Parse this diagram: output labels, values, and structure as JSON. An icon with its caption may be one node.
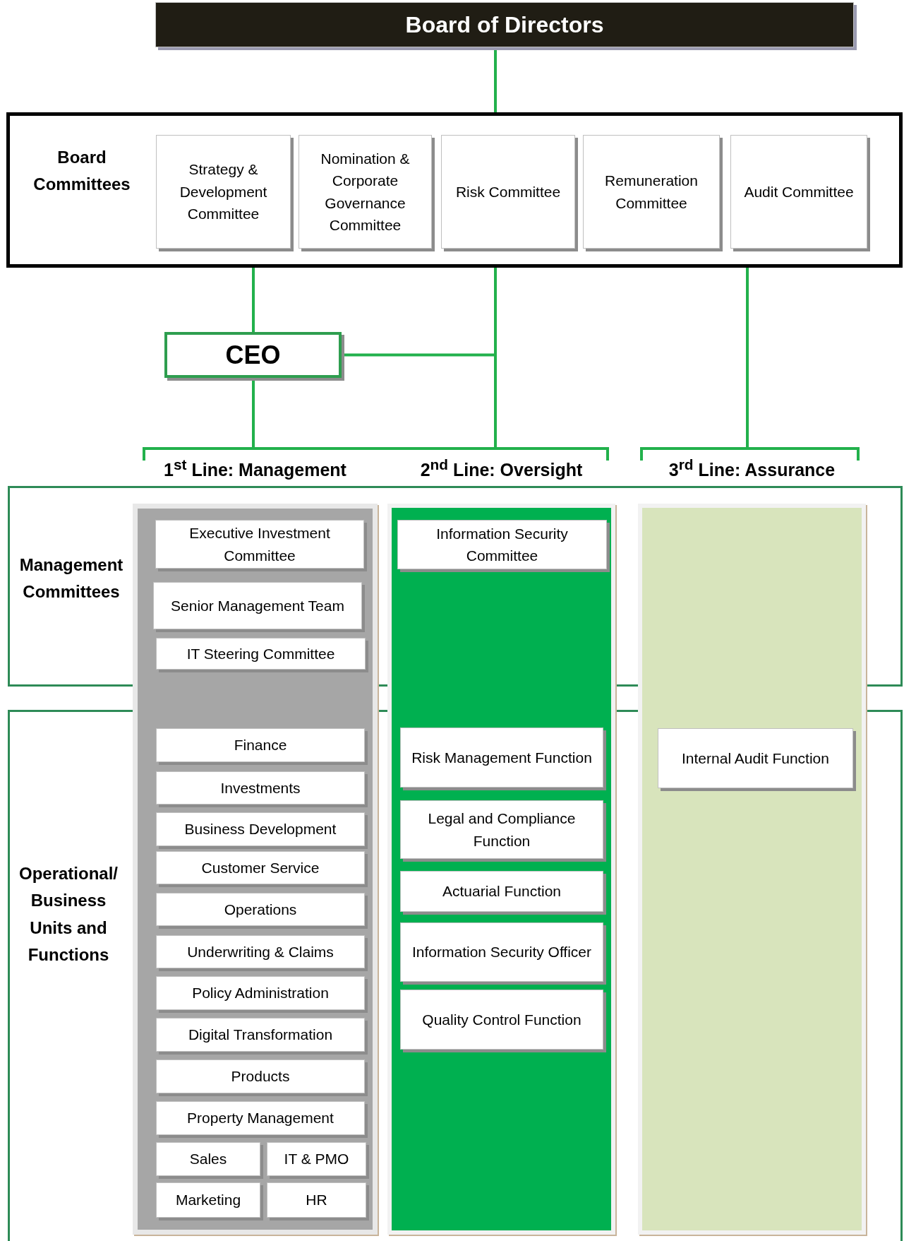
{
  "diagram": {
    "nodes": [
      {
        "text": [
          "Board of Directors"
        ]
      },
      {
        "text": [
          "Board Committees"
        ]
      },
      {
        "text": [
          "Strategy & Development Committee"
        ],
        "in": 1
      },
      {
        "text": [
          "Nomination & Corporate Governance Committee"
        ],
        "in": 1
      },
      {
        "text": [
          "Risk Committee"
        ],
        "in": 1
      },
      {
        "text": [
          "Remuneration Committee"
        ],
        "in": 1
      },
      {
        "text": [
          "Audit Committee"
        ],
        "in": 1
      },
      {
        "text": [
          "CEO"
        ]
      },
      {
        "text": [
          "Management Committees"
        ]
      },
      {
        "text": [
          "Operational/ Business Units and Functions"
        ]
      },
      {
        "text": [
          "1$^{st}$ Line: Management"
        ]
      },
      {
        "text": [
          "2$^{nd}$ Line: Oversight"
        ]
      },
      {
        "text": [
          "3$^{rd}$ Line: Assurance"
        ]
      },
      {
        "text": [
          "Executive Investment Committee"
        ]
      },
      {
        "text": [
          "Senior Management Team"
        ]
      },
      {
        "text": [
          "IT Steering Committee"
        ]
      },
      {
        "text": [
          "Finance"
        ]
      },
      {
        "text": [
          "Investments"
        ]
      },
      {
        "text": [
          "Business Development"
        ]
      },
      {
        "text": [
          "Customer Service"
        ]
      },
      {
        "text": [
          "Operations"
        ]
      },
      {
        "text": [
          "Underwriting & Claims"
        ]
      },
      {
        "text": [
          "Policy Administration"
        ]
      },
      {
        "text": [
          "Digital Transformation"
        ]
      },
      {
        "text": [
          "Products"
        ]
      },
      {
        "text": [
          "Property Management"
        ]
      },
      {
        "text": [
          "Sales"
        ]
      },
      {
        "text": [
          "IT & PMO"
        ]
      },
      {
        "text": [
          "Marketing"
        ]
      },
      {
        "text": [
          "HR"
        ]
      },
      {
        "text": [
          "Information Security Committee"
        ]
      },
      {
        "text": [
          "Risk Management Function"
        ]
      },
      {
        "text": [
          "Legal and Compliance Function"
        ]
      },
      {
        "text": [
          "Actuarial Function"
        ]
      },
      {
        "text": [
          "Information Security Officer"
        ]
      },
      {
        "text": [
          "Quality Control Function"
        ]
      },
      {
        "text": [
          "Internal Audit Function"
        ]
      }
    ],
    "edges": [
      {
        "from": 0,
        "to": 1,
        "arrow": "none"
      },
      {
        "from": 1,
        "to": 7,
        "arrow": "none"
      },
      {
        "from": 1,
        "to": 11,
        "arrow": "none"
      },
      {
        "from": 7,
        "to": 11,
        "arrow": "none"
      },
      {
        "from": 7,
        "to": 10,
        "arrow": "none"
      },
      {
        "from": 1,
        "to": 12,
        "arrow": "none"
      }
    ]
  }
}
